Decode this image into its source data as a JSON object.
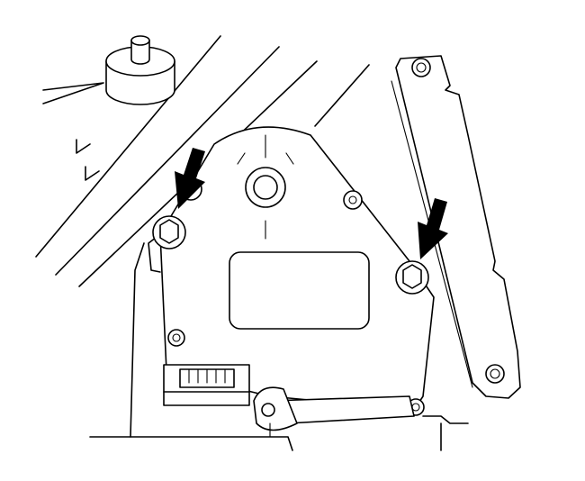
{
  "diagram": {
    "subject": "actuator-fastener-removal",
    "colors": {
      "line": "#000000",
      "background": "#ffffff",
      "arrow": "#000000"
    },
    "callouts": [
      {
        "icon": "arrow-icon",
        "points_to": "left-actuator-bolt"
      },
      {
        "icon": "arrow-icon",
        "points_to": "right-actuator-bolt"
      }
    ]
  }
}
